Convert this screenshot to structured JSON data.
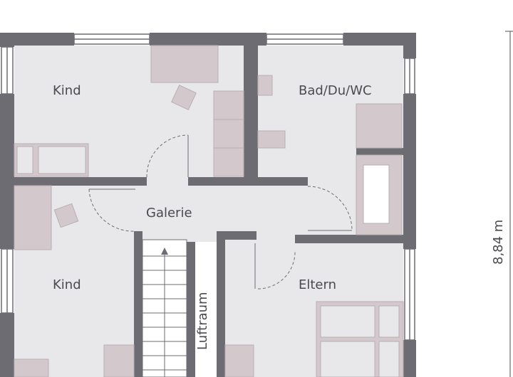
{
  "rooms": {
    "kind_top": "Kind",
    "bad": "Bad/Du/WC",
    "galerie": "Galerie",
    "kind_bottom": "Kind",
    "eltern": "Eltern",
    "luftraum": "Luftraum"
  },
  "dimension": "8,84 m",
  "colors": {
    "wall": "#6e6c73",
    "floor": "#e8e8ea",
    "furniture": "#d3c9cc",
    "furniture_dark": "#a8a0a4",
    "line": "#6e6c73"
  }
}
